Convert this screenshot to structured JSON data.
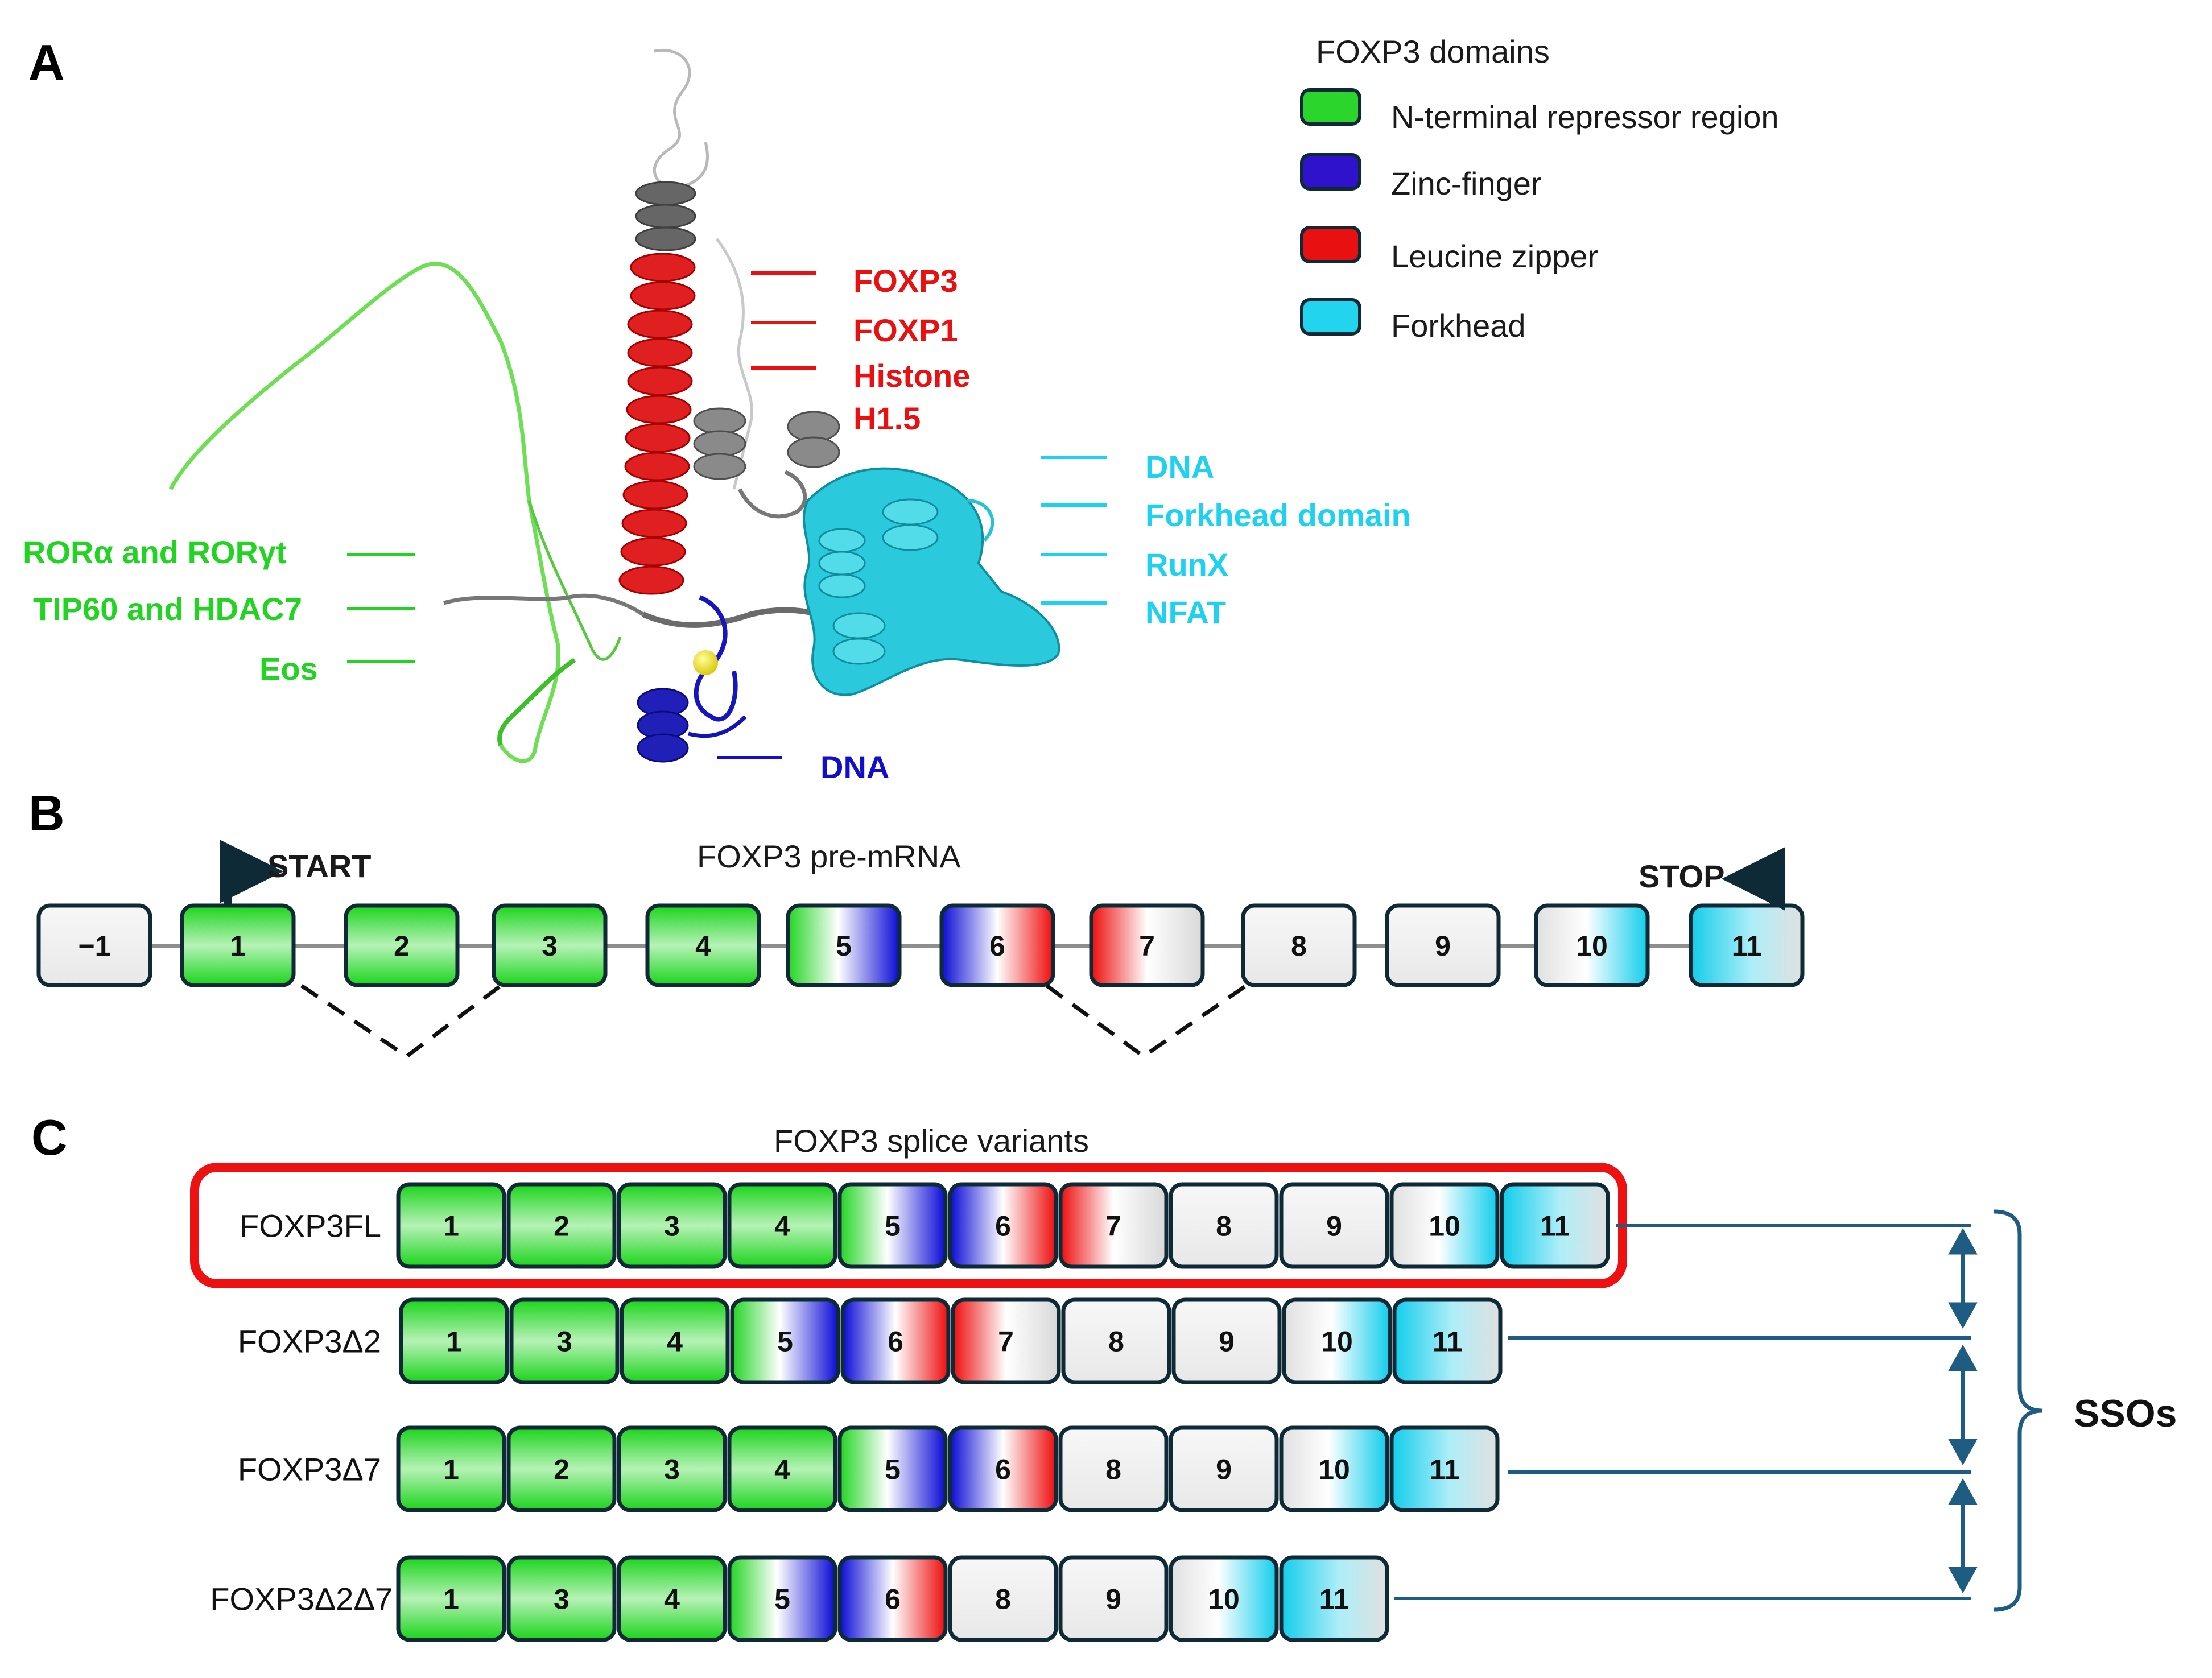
{
  "panel_labels": {
    "a": "A",
    "b": "B",
    "c": "C"
  },
  "colors": {
    "green": "#2bd52b",
    "blue": "#1010cc",
    "red": "#e81010",
    "cyan": "#22d4ee",
    "grey": "#e6e6e6",
    "outline": "#0e2a36",
    "bracket": "#1e5c82",
    "structure_grey": "#5a5a5a"
  },
  "panel_a": {
    "legend_title": "FOXP3 domains",
    "legend": [
      {
        "label": "N-terminal repressor region",
        "color": "#2bd52b"
      },
      {
        "label": "Zinc-finger",
        "color": "#2f12cc"
      },
      {
        "label": "Leucine zipper",
        "color": "#e81010"
      },
      {
        "label": "Forkhead",
        "color": "#22d4ee"
      }
    ],
    "green_partners": [
      "RORα and RORγt",
      "TIP60 and HDAC7",
      "Eos"
    ],
    "red_partners": [
      "FOXP3",
      "FOXP1",
      "Histone",
      "H1.5"
    ],
    "cyan_partners": [
      "DNA",
      "Forkhead domain",
      "RunX",
      "NFAT"
    ],
    "blue_partner": "DNA"
  },
  "panel_b": {
    "title": "FOXP3 pre-mRNA",
    "start_label": "START",
    "stop_label": "STOP",
    "exons": [
      {
        "label": "−1",
        "fill": "grey"
      },
      {
        "label": "1",
        "fill": "green"
      },
      {
        "label": "2",
        "fill": "green"
      },
      {
        "label": "3",
        "fill": "green"
      },
      {
        "label": "4",
        "fill": "green"
      },
      {
        "label": "5",
        "fill": "green-blue"
      },
      {
        "label": "6",
        "fill": "blue-red"
      },
      {
        "label": "7",
        "fill": "red-grey"
      },
      {
        "label": "8",
        "fill": "grey"
      },
      {
        "label": "9",
        "fill": "grey"
      },
      {
        "label": "10",
        "fill": "grey-cyan"
      },
      {
        "label": "11",
        "fill": "cyan-grey"
      }
    ]
  },
  "panel_c": {
    "title": "FOXP3 splice variants",
    "sso_label": "SSOs",
    "variants": [
      {
        "name": "FOXP3FL",
        "highlighted": true,
        "exons": [
          {
            "label": "1",
            "fill": "green"
          },
          {
            "label": "2",
            "fill": "green"
          },
          {
            "label": "3",
            "fill": "green"
          },
          {
            "label": "4",
            "fill": "green"
          },
          {
            "label": "5",
            "fill": "green-blue"
          },
          {
            "label": "6",
            "fill": "blue-red"
          },
          {
            "label": "7",
            "fill": "red-grey"
          },
          {
            "label": "8",
            "fill": "grey"
          },
          {
            "label": "9",
            "fill": "grey"
          },
          {
            "label": "10",
            "fill": "grey-cyan"
          },
          {
            "label": "11",
            "fill": "cyan-grey"
          }
        ]
      },
      {
        "name": "FOXP3Δ2",
        "highlighted": false,
        "exons": [
          {
            "label": "1",
            "fill": "green"
          },
          {
            "label": "3",
            "fill": "green"
          },
          {
            "label": "4",
            "fill": "green"
          },
          {
            "label": "5",
            "fill": "green-blue"
          },
          {
            "label": "6",
            "fill": "blue-red"
          },
          {
            "label": "7",
            "fill": "red-grey"
          },
          {
            "label": "8",
            "fill": "grey"
          },
          {
            "label": "9",
            "fill": "grey"
          },
          {
            "label": "10",
            "fill": "grey-cyan"
          },
          {
            "label": "11",
            "fill": "cyan-grey"
          }
        ]
      },
      {
        "name": "FOXP3Δ7",
        "highlighted": false,
        "exons": [
          {
            "label": "1",
            "fill": "green"
          },
          {
            "label": "2",
            "fill": "green"
          },
          {
            "label": "3",
            "fill": "green"
          },
          {
            "label": "4",
            "fill": "green"
          },
          {
            "label": "5",
            "fill": "green-blue"
          },
          {
            "label": "6",
            "fill": "blue-red"
          },
          {
            "label": "8",
            "fill": "grey"
          },
          {
            "label": "9",
            "fill": "grey"
          },
          {
            "label": "10",
            "fill": "grey-cyan"
          },
          {
            "label": "11",
            "fill": "cyan-grey"
          }
        ]
      },
      {
        "name": "FOXP3Δ2Δ7",
        "highlighted": false,
        "exons": [
          {
            "label": "1",
            "fill": "green"
          },
          {
            "label": "3",
            "fill": "green"
          },
          {
            "label": "4",
            "fill": "green"
          },
          {
            "label": "5",
            "fill": "green-blue"
          },
          {
            "label": "6",
            "fill": "blue-red"
          },
          {
            "label": "8",
            "fill": "grey"
          },
          {
            "label": "9",
            "fill": "grey"
          },
          {
            "label": "10",
            "fill": "grey-cyan"
          },
          {
            "label": "11",
            "fill": "cyan-grey"
          }
        ]
      }
    ]
  }
}
